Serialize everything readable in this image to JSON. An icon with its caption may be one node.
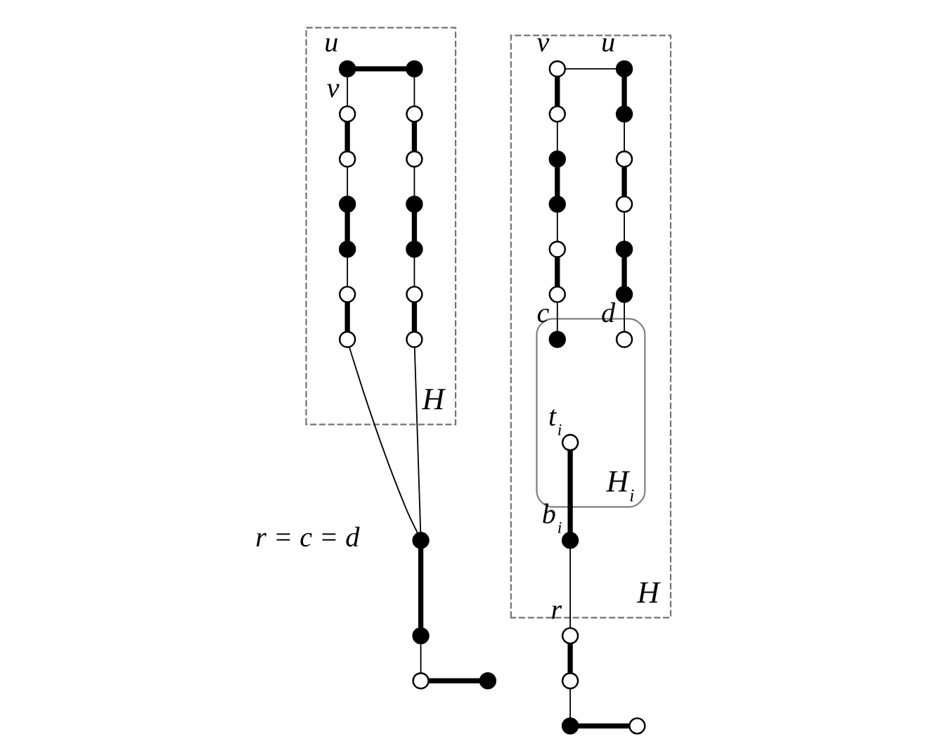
{
  "diagram": {
    "nodes": [
      {
        "text": [
          "H"
        ]
      },
      {
        "text": [],
        "shape": "circle",
        "in": 0,
        "beside": [
          "u"
        ]
      },
      {
        "text": [],
        "shape": "circle",
        "in": 0
      },
      {
        "text": [],
        "shape": "circle",
        "in": 0,
        "beside": [
          "v"
        ]
      },
      {
        "text": [],
        "shape": "circle",
        "in": 0
      },
      {
        "text": [],
        "shape": "circle",
        "in": 0
      },
      {
        "text": [],
        "shape": "circle",
        "in": 0
      },
      {
        "text": [],
        "shape": "circle",
        "in": 0
      },
      {
        "text": [],
        "shape": "circle",
        "in": 0
      },
      {
        "text": [],
        "shape": "circle",
        "in": 0
      },
      {
        "text": [],
        "shape": "circle",
        "in": 0
      },
      {
        "text": [],
        "shape": "circle",
        "in": 0
      },
      {
        "text": [],
        "shape": "circle",
        "in": 0
      },
      {
        "text": [],
        "shape": "circle",
        "in": 0
      },
      {
        "text": [],
        "shape": "circle",
        "in": 0
      },
      {
        "text": [],
        "shape": "circle",
        "beside": [
          "r = c = d"
        ]
      },
      {
        "text": [],
        "shape": "circle"
      },
      {
        "text": [],
        "shape": "circle"
      },
      {
        "text": [],
        "shape": "circle"
      },
      {
        "text": [
          "H"
        ]
      },
      {
        "text": [],
        "shape": "circle",
        "in": 19,
        "beside": [
          "v"
        ]
      },
      {
        "text": [],
        "shape": "circle",
        "in": 19,
        "beside": [
          "u"
        ]
      },
      {
        "text": [],
        "shape": "circle",
        "in": 19
      },
      {
        "text": [],
        "shape": "circle",
        "in": 19
      },
      {
        "text": [],
        "shape": "circle",
        "in": 19
      },
      {
        "text": [],
        "shape": "circle",
        "in": 19
      },
      {
        "text": [],
        "shape": "circle",
        "in": 19
      },
      {
        "text": [],
        "shape": "circle",
        "in": 19
      },
      {
        "text": [],
        "shape": "circle",
        "in": 19
      },
      {
        "text": [],
        "shape": "circle",
        "in": 19
      },
      {
        "text": [],
        "shape": "circle",
        "in": 19
      },
      {
        "text": [],
        "shape": "circle",
        "in": 19
      },
      {
        "text": [
          "H$_{i}$"
        ],
        "in": 19
      },
      {
        "text": [],
        "shape": "circle",
        "in": 32,
        "beside": [
          "c"
        ]
      },
      {
        "text": [],
        "shape": "circle",
        "in": 32,
        "beside": [
          "d"
        ]
      },
      {
        "text": [],
        "shape": "circle",
        "in": 32,
        "beside": [
          "t$_{i}$"
        ]
      },
      {
        "text": [],
        "shape": "circle",
        "in": 19,
        "beside": [
          "b$_{i}$"
        ]
      },
      {
        "text": [],
        "shape": "circle",
        "beside": [
          "r"
        ]
      },
      {
        "text": [],
        "shape": "circle"
      },
      {
        "text": [],
        "shape": "circle"
      },
      {
        "text": [],
        "shape": "circle"
      }
    ],
    "edges": [
      {
        "from": 1,
        "to": 2,
        "arrow": "none",
        "style": "thick"
      },
      {
        "from": 1,
        "to": 3,
        "arrow": "none"
      },
      {
        "from": 3,
        "to": 4,
        "arrow": "none",
        "style": "thick"
      },
      {
        "from": 4,
        "to": 5,
        "arrow": "none"
      },
      {
        "from": 5,
        "to": 6,
        "arrow": "none",
        "style": "thick"
      },
      {
        "from": 6,
        "to": 7,
        "arrow": "none"
      },
      {
        "from": 7,
        "to": 8,
        "arrow": "none",
        "style": "thick"
      },
      {
        "from": 8,
        "to": 15,
        "arrow": "none"
      },
      {
        "from": 2,
        "to": 9,
        "arrow": "none"
      },
      {
        "from": 9,
        "to": 10,
        "arrow": "none",
        "style": "thick"
      },
      {
        "from": 10,
        "to": 11,
        "arrow": "none"
      },
      {
        "from": 11,
        "to": 12,
        "arrow": "none",
        "style": "thick"
      },
      {
        "from": 12,
        "to": 13,
        "arrow": "none"
      },
      {
        "from": 13,
        "to": 14,
        "arrow": "none",
        "style": "thick"
      },
      {
        "from": 14,
        "to": 15,
        "arrow": "none"
      },
      {
        "from": 15,
        "to": 16,
        "arrow": "none",
        "style": "thick"
      },
      {
        "from": 16,
        "to": 17,
        "arrow": "none"
      },
      {
        "from": 17,
        "to": 18,
        "arrow": "none",
        "style": "thick"
      },
      {
        "from": 20,
        "to": 21,
        "arrow": "none"
      },
      {
        "from": 20,
        "to": 22,
        "arrow": "none",
        "style": "thick"
      },
      {
        "from": 22,
        "to": 23,
        "arrow": "none"
      },
      {
        "from": 23,
        "to": 24,
        "arrow": "none",
        "style": "thick"
      },
      {
        "from": 24,
        "to": 25,
        "arrow": "none"
      },
      {
        "from": 25,
        "to": 26,
        "arrow": "none",
        "style": "thick"
      },
      {
        "from": 26,
        "to": 33,
        "arrow": "none"
      },
      {
        "from": 21,
        "to": 27,
        "arrow": "none",
        "style": "thick"
      },
      {
        "from": 27,
        "to": 28,
        "arrow": "none"
      },
      {
        "from": 28,
        "to": 29,
        "arrow": "none",
        "style": "thick"
      },
      {
        "from": 29,
        "to": 30,
        "arrow": "none"
      },
      {
        "from": 30,
        "to": 31,
        "arrow": "none",
        "style": "thick"
      },
      {
        "from": 31,
        "to": 34,
        "arrow": "none"
      },
      {
        "from": 35,
        "to": 36,
        "arrow": "none",
        "style": "thick"
      },
      {
        "from": 36,
        "to": 37,
        "arrow": "none"
      },
      {
        "from": 37,
        "to": 38,
        "arrow": "none",
        "style": "thick"
      },
      {
        "from": 38,
        "to": 39,
        "arrow": "none"
      },
      {
        "from": 39,
        "to": 40,
        "arrow": "none",
        "style": "thick"
      }
    ]
  }
}
